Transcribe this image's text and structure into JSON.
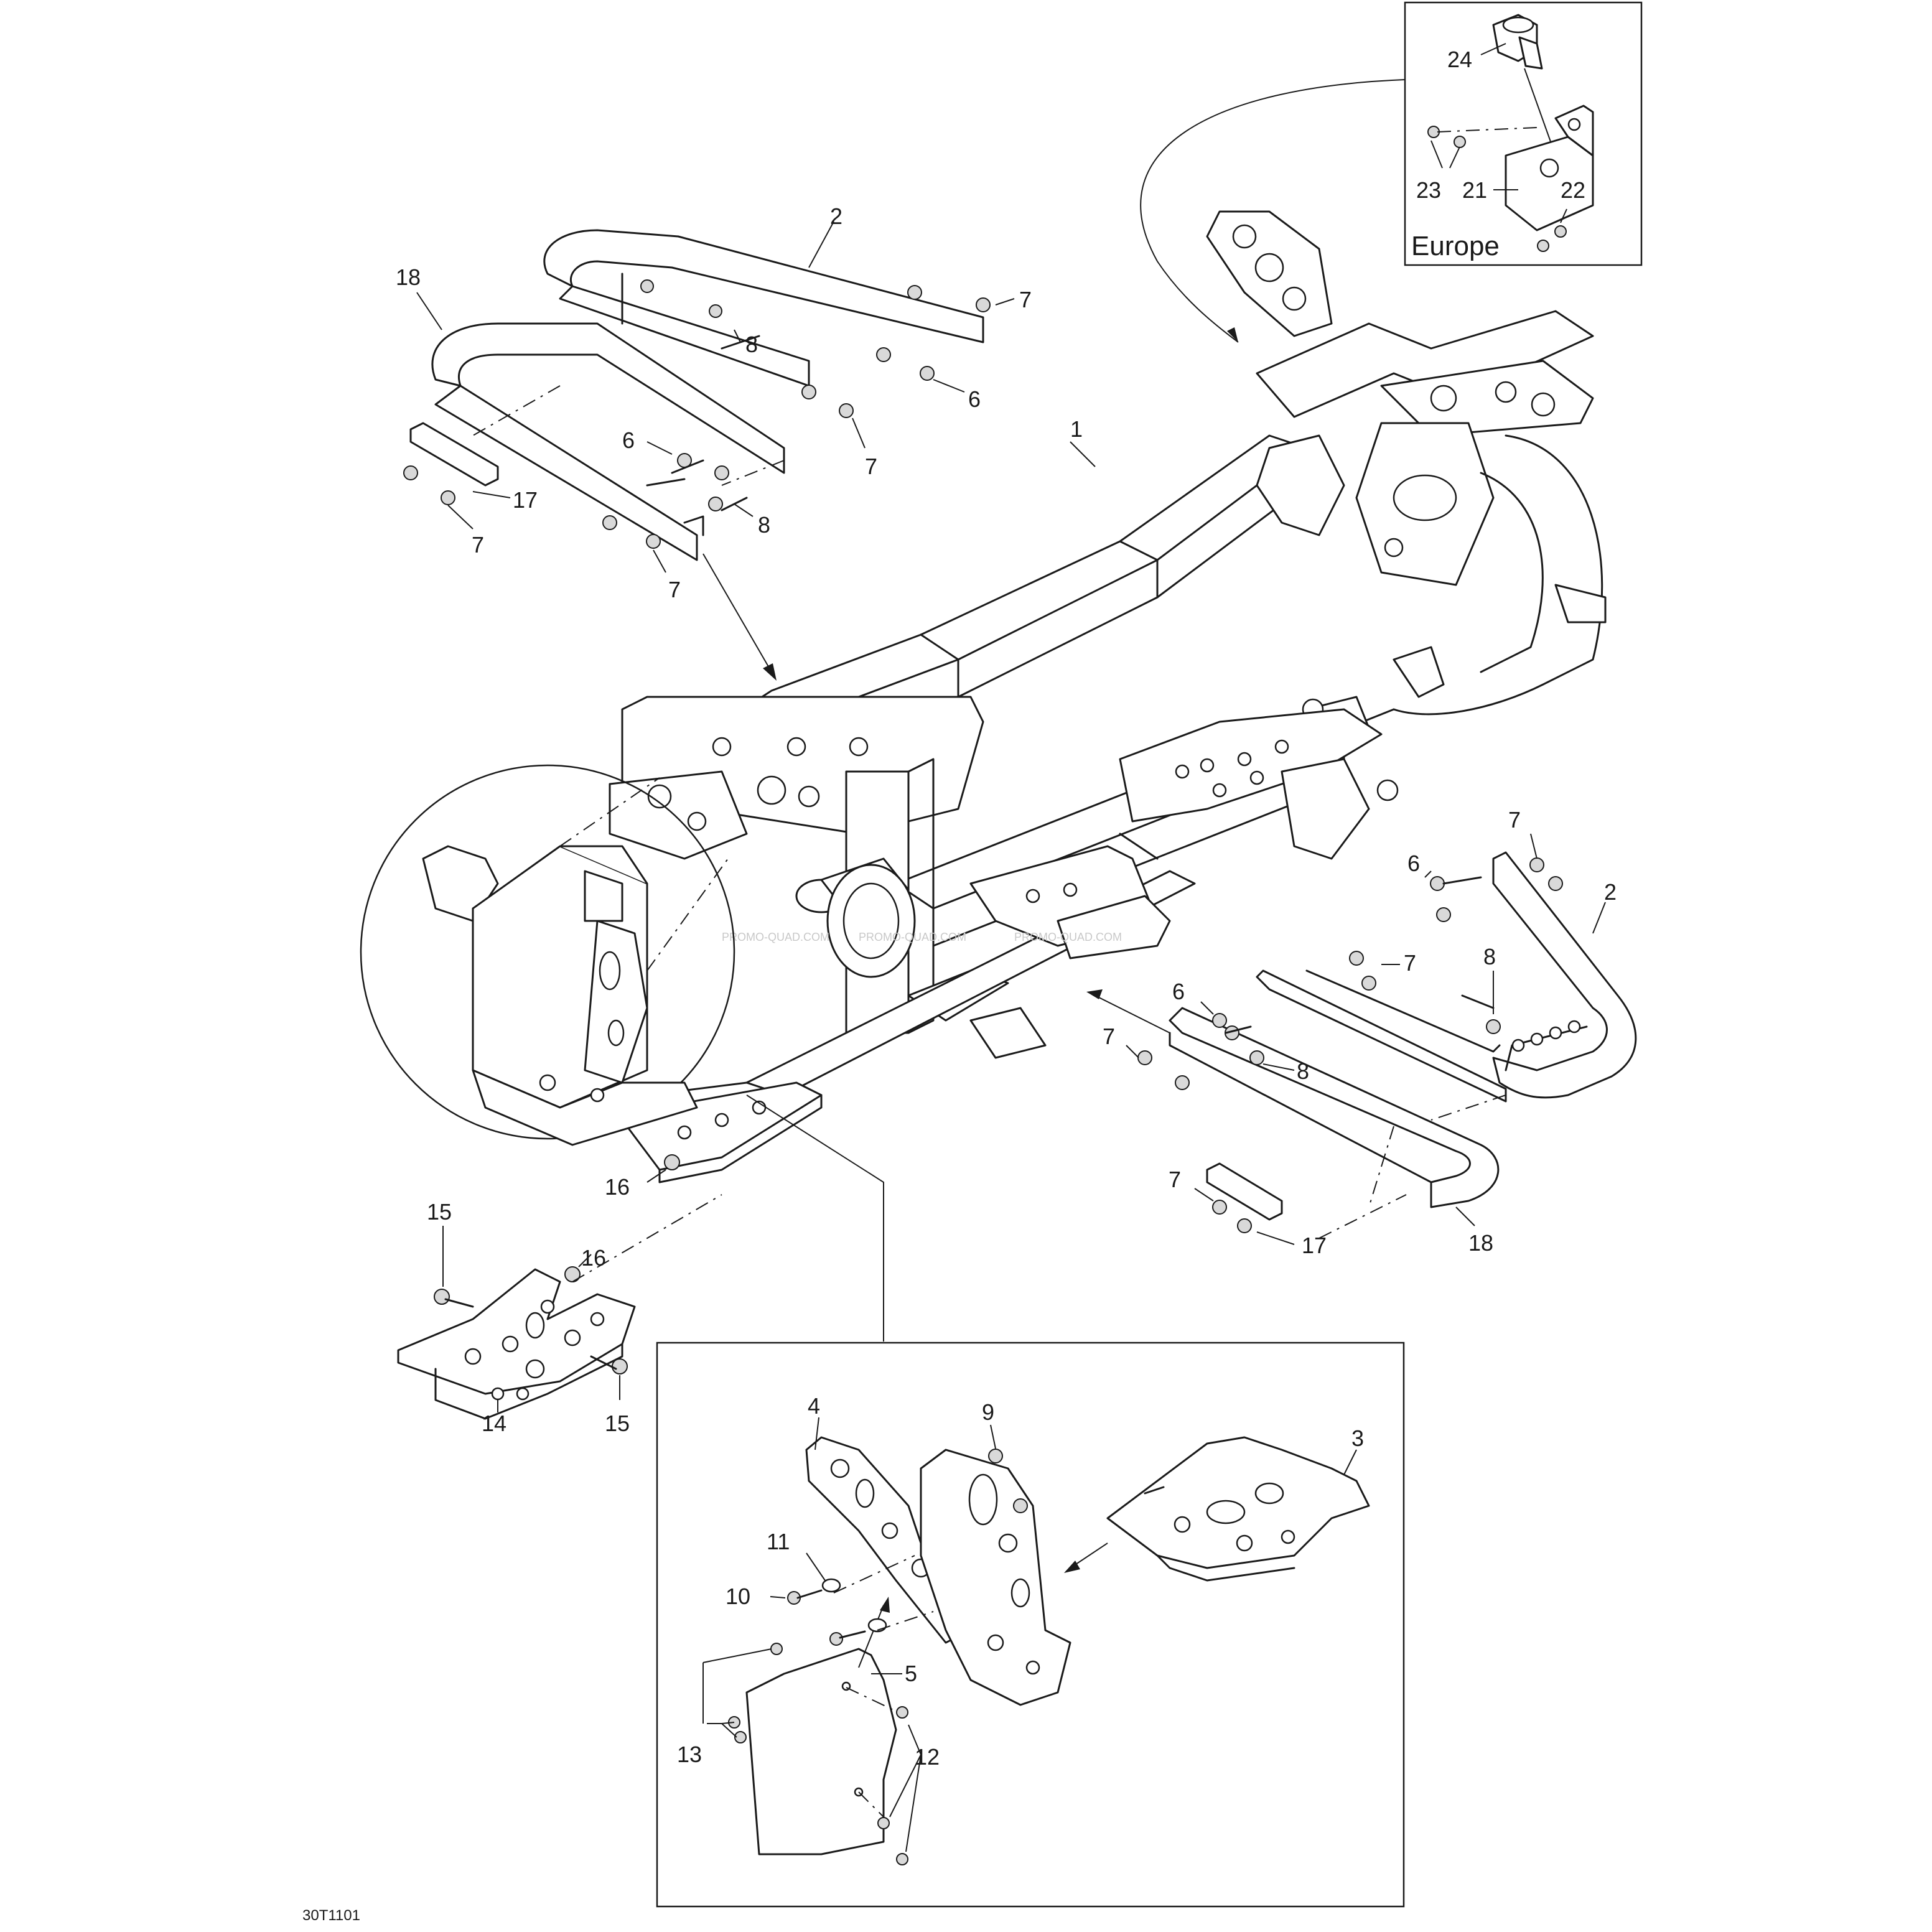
{
  "diagram": {
    "figure_code": "30T1101",
    "inset_label": "Europe",
    "watermark": "PROMO-QUAD.COM",
    "callouts": {
      "c1": "1",
      "c2a": "2",
      "c2b": "2",
      "c3": "3",
      "c4": "4",
      "c5": "5",
      "c6a": "6",
      "c6b": "6",
      "c6c": "6",
      "c6d": "6",
      "c7a": "7",
      "c7b": "7",
      "c7c": "7",
      "c7d": "7",
      "c7e": "7",
      "c7f": "7",
      "c7g": "7",
      "c7h": "7",
      "c8a": "8",
      "c8b": "8",
      "c8c": "8",
      "c8d": "8",
      "c9": "9",
      "c10": "10",
      "c11": "11",
      "c12": "12",
      "c13": "13",
      "c14": "14",
      "c15a": "15",
      "c15b": "15",
      "c16a": "16",
      "c16b": "16",
      "c17a": "17",
      "c17b": "17",
      "c18a": "18",
      "c18b": "18",
      "c21": "21",
      "c22": "22",
      "c23": "23",
      "c24": "24"
    }
  }
}
